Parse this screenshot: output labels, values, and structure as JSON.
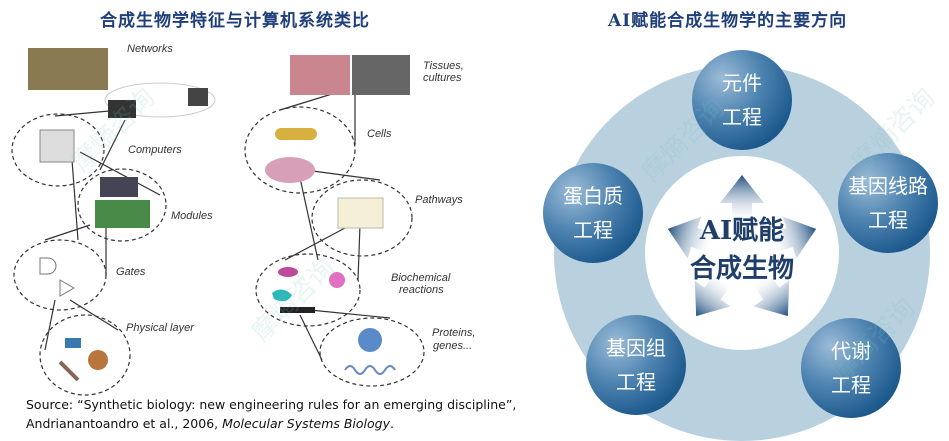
{
  "left_panel": {
    "title": "合成生物学特征与计算机系统类比",
    "computer_labels": [
      "Networks",
      "Computers",
      "Modules",
      "Gates",
      "Physical layer"
    ],
    "biology_labels": [
      "Tissues,",
      "cultures",
      "Cells",
      "Pathways",
      "Biochemical",
      "reactions",
      "Proteins,",
      "genes..."
    ],
    "source_line1": "Source: “Synthetic biology: new engineering rules for an emerging discipline”,",
    "source_line2_prefix": "Andrianantoandro et al., 2006, ",
    "source_line2_journal": "Molecular Systems Biology",
    "source_line2_suffix": "."
  },
  "right_panel": {
    "title": "AI赋能合成生物学的主要方向",
    "center_line1": "AI赋能",
    "center_line2": "合成生物",
    "nodes": [
      {
        "line1": "元件",
        "line2": "工程"
      },
      {
        "line1": "基因线路",
        "line2": "工程"
      },
      {
        "line1": "代谢",
        "line2": "工程"
      },
      {
        "line1": "基因组",
        "line2": "工程"
      },
      {
        "line1": "蛋白质",
        "line2": "工程"
      }
    ]
  },
  "watermark": "摩熵咨询",
  "colors": {
    "title": "#1f3f7a",
    "node": "#1e5a8e",
    "ring": "#b9d0df"
  }
}
